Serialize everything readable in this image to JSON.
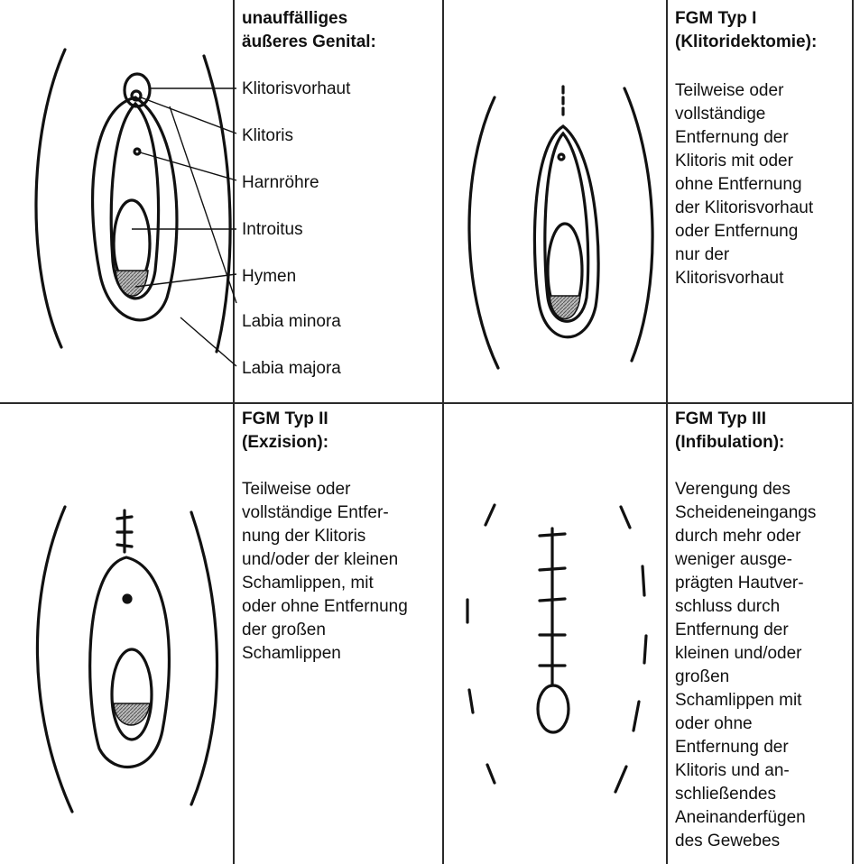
{
  "panels": {
    "normal": {
      "heading": "unauffälliges\näußeres Genital:",
      "labels": {
        "clitoral_hood": "Klitorisvorhaut",
        "clitoris": "Klitoris",
        "urethra": "Harnröhre",
        "introitus": "Introitus",
        "hymen": "Hymen",
        "labia_minora": "Labia minora",
        "labia_majora": "Labia majora"
      }
    },
    "type1": {
      "heading": "FGM Typ I\n(Klitoridektomie):",
      "description": "Teilweise oder\nvollständige\nEntfernung der\nKlitoris mit oder\nohne Entfernung\nder Klitorisvorhaut\noder Entfernung\nnur der\nKlitorisvorhaut"
    },
    "type2": {
      "heading": "FGM Typ II\n(Exzision):",
      "description": "Teilweise oder\nvollständige Entfer-\nnung der Klitoris\nund/oder der kleinen\nSchamlippen, mit\noder ohne Entfernung\nder großen\nSchamlippen"
    },
    "type3": {
      "heading": "FGM Typ III\n(Infibulation):",
      "description": "Verengung des\nScheideneingangs\ndurch mehr oder\nweniger ausge-\nprägten Hautver-\nschluss durch\nEntfernung der\nkleinen und/oder\ngroßen\nSchamlippen mit\noder ohne\nEntfernung der\nKlitoris und an-\nschließendes\nAneinanderfügen\ndes Gewebes"
    }
  }
}
